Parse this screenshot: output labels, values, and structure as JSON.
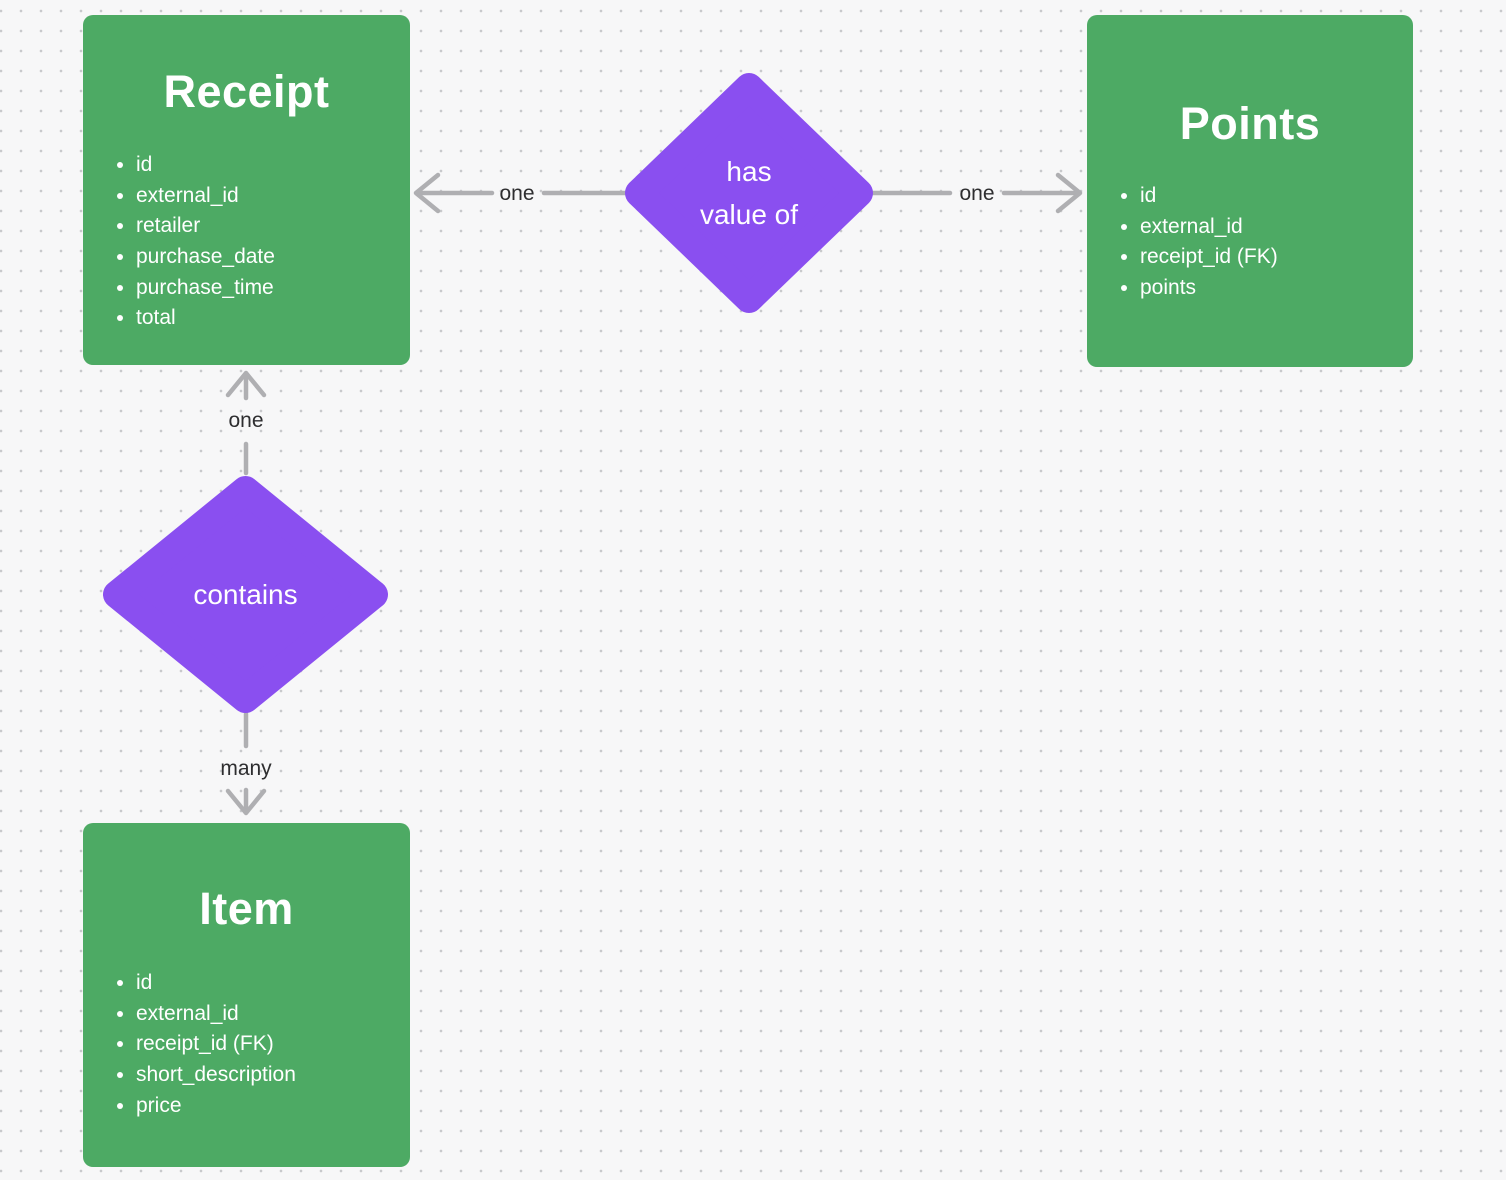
{
  "diagram": {
    "entities": [
      {
        "title": "Receipt",
        "attributes": [
          "id",
          "external_id",
          "retailer",
          "purchase_date",
          "purchase_time",
          "total"
        ]
      },
      {
        "title": "Points",
        "attributes": [
          "id",
          "external_id",
          "receipt_id (FK)",
          "points"
        ]
      },
      {
        "title": "Item",
        "attributes": [
          "id",
          "external_id",
          "receipt_id (FK)",
          "short_description",
          "price"
        ]
      }
    ],
    "relationships": [
      {
        "name": "has value of",
        "lines": [
          "has",
          "value of"
        ]
      },
      {
        "name": "contains",
        "lines": [
          "contains"
        ]
      }
    ],
    "cardinality_labels": [
      {
        "text": "one",
        "edge": "has value of to Receipt"
      },
      {
        "text": "one",
        "edge": "has value of to Points"
      },
      {
        "text": "one",
        "edge": "contains to Receipt"
      },
      {
        "text": "many",
        "edge": "contains to Item"
      }
    ],
    "colors": {
      "entity_fill": "#4DAA64",
      "relationship_fill": "#8A4FF0",
      "connector": "#AFAFB2",
      "label_text": "#2E2E30",
      "background": "#F7F7F8",
      "dot_grid": "#C8C9CC",
      "text_on_shape": "#FFFFFF"
    }
  }
}
